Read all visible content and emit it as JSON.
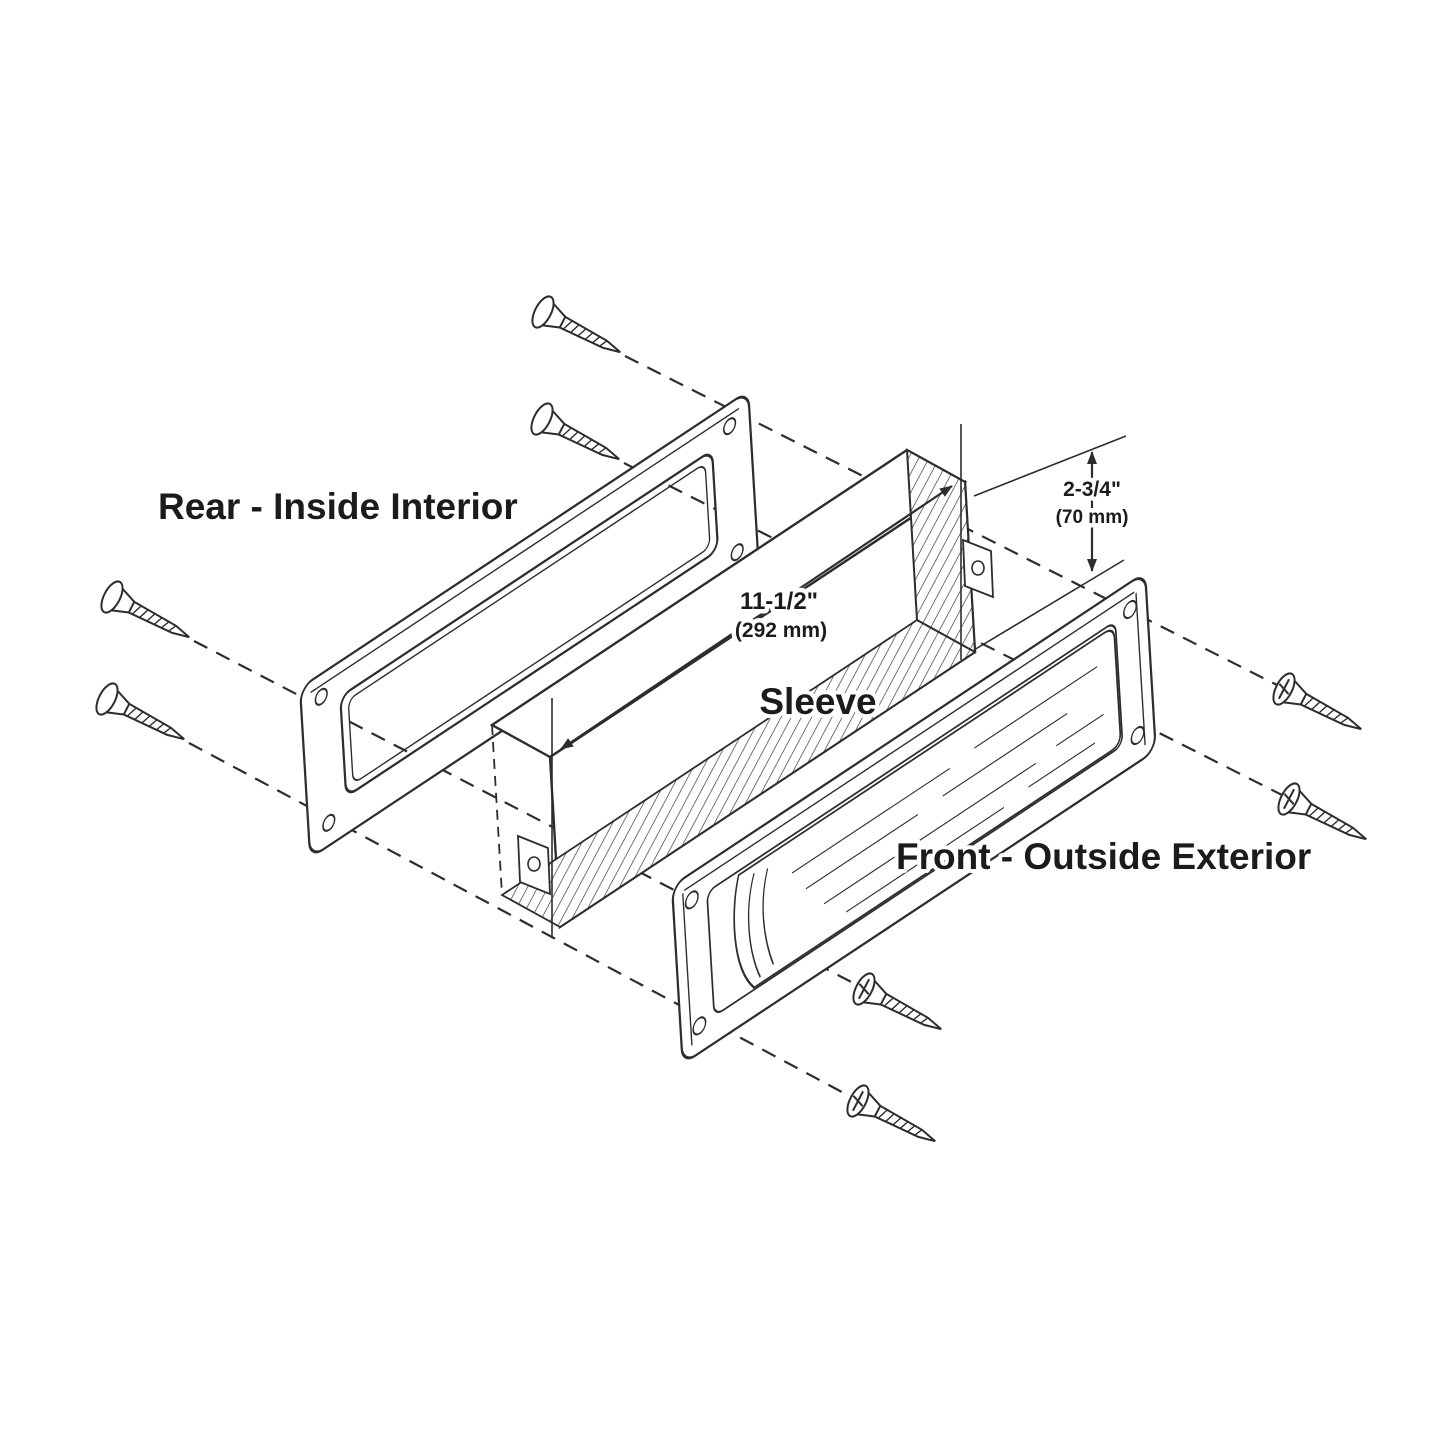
{
  "colors": {
    "background": "#ffffff",
    "line": "#2d2d2d",
    "text": "#1b1b1b"
  },
  "labels": {
    "rear_plate": "Rear - Inside Interior",
    "sleeve": "Sleeve",
    "front_plate": "Front - Outside Exterior"
  },
  "dimensions": {
    "width": {
      "inches": "11-1/2\"",
      "metric": "(292 mm)"
    },
    "height": {
      "inches": "2-3/4\"",
      "metric": "(70 mm)"
    }
  }
}
